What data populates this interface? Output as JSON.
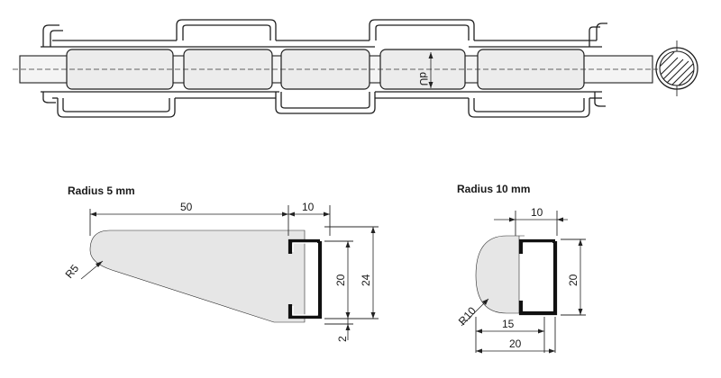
{
  "top_view": {
    "diameter_label": "dU"
  },
  "profile_r5": {
    "title": "Radius 5 mm",
    "dim_length": "50",
    "dim_channel_width": "10",
    "dim_channel_height": "20",
    "dim_total_height": "24",
    "dim_gap": "2",
    "dim_radius": "R5"
  },
  "profile_r10": {
    "title": "Radius 10 mm",
    "dim_channel_width": "10",
    "dim_channel_height": "20",
    "dim_inner_length": "15",
    "dim_total_length": "20",
    "dim_radius": "R10"
  }
}
